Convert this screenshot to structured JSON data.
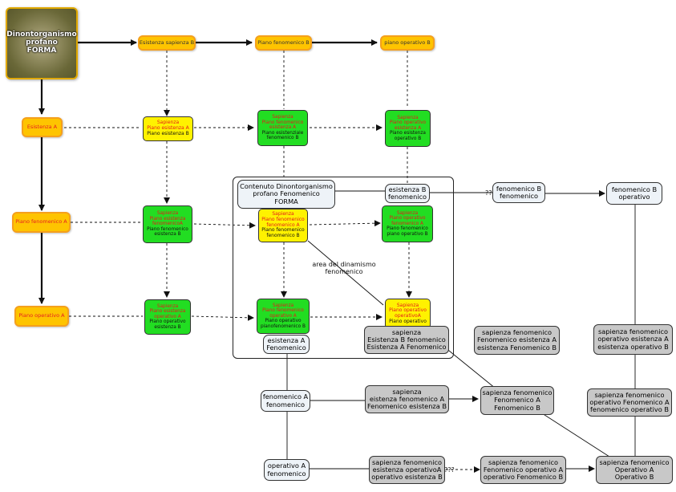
{
  "logo": {
    "lines": [
      "Dinontorganismo",
      "profano",
      "FORMA"
    ]
  },
  "top": {
    "esistenza_sapienza_b": "Esistenza sapienza B",
    "piano_fenomenico_b": "Piano fenomenico B",
    "piano_operativo_b": "piano operativo B"
  },
  "left": {
    "esistenza_a": "Esistenza A",
    "piano_fenomenico_a": "Piano fenomenico A",
    "piano_operativo_a": "Piano operativo A"
  },
  "grid": {
    "r1c1": [
      "Sapienza",
      "Piano esistenza A",
      "Piano esistenza B"
    ],
    "r1c2": [
      "Sapienza",
      "Piano fenomenico",
      "esistenza A",
      "Piano esistenziale",
      "fenomenico B"
    ],
    "r1c3": [
      "Sapienza",
      "Piano operativo",
      "esistenza A",
      "Piano esistenza",
      "operativo  B"
    ],
    "r2c1": [
      "Sapienza",
      "Piano esistenza",
      "fenomenicoA",
      "Piano fenomenico",
      "esistenza B"
    ],
    "r2c2": [
      "Sapienza",
      "Piano fenomenico",
      "fenomenico A",
      "Piano fenomenico",
      "fenomenico B"
    ],
    "r2c3": [
      "Sapienza",
      "Piano operativo",
      "fenomenico A",
      "Piano fenomenico",
      "piano operativo B"
    ],
    "r3c1": [
      "Sapienza",
      "Piano esistenza",
      "operativo A",
      "Piano operativo",
      "esistenza B"
    ],
    "r3c2": [
      "Sapienza",
      "Piano fenomenico",
      "operativo A",
      "Piano operativo",
      "pianofenomenico B"
    ],
    "r3c3": [
      "Sapienza",
      "Piano operativo",
      "operativoA",
      "Piano operativo"
    ]
  },
  "frame_labels": {
    "contenuto": [
      "Contenuto Dinontorganismo",
      "profano Fenomenico",
      "FORMA"
    ],
    "area": [
      "area del dinamismo",
      "fenomenico"
    ]
  },
  "nodes": {
    "esistenza_b_fenomenico": [
      "esistenza B",
      "fenomenico"
    ],
    "fenomenico_b_fenomenico": [
      "fenomenico B",
      "fenomenico"
    ],
    "fenomenico_b_operativo": [
      "fenomenico B",
      "operativo"
    ],
    "sapienza_esistenza_b_fen": [
      "sapienza",
      "Esistenza B fenomenico",
      "Esistenza A Fenomenico"
    ],
    "sapienza_fen_esistenza": [
      "sapienza fenomenico",
      "Fenomenico esistenza A",
      "esistenza Fenomenico B"
    ],
    "sapienza_fen_operativo_esist": [
      "sapienza fenomenico",
      "operativo esistenza A",
      "esistenza operativo B"
    ],
    "esistenza_a_fenomenico": [
      "esistenza A",
      "Fenomenico"
    ],
    "fenomenico_a_fenomenico": [
      "fenomenico A",
      "fenomenico"
    ],
    "sapienza_esist_fen_a": [
      "sapienza",
      "eistenza fenomenico A",
      "Fenomenico esistenza B"
    ],
    "sapienza_fen_a_fen_b": [
      "sapienza fenomenico",
      "Fenomenico A",
      "Fenomenico B"
    ],
    "sapienza_fen_oper_fen_a": [
      "sapienza fenomenico",
      "operativo Fenomenico A",
      "fenomenico operativo B"
    ],
    "operativo_a_fenomenico": [
      "operativo A",
      "fenomenico"
    ],
    "sapienza_fen_esist_oper": [
      "sapienza fenomenico",
      "esistenza operativoA",
      "operativo esistenza B"
    ],
    "sapienza_fen_oper_fen_b": [
      "sapienza fenomenico",
      "Fenomenico operativo A",
      "operativo Fenomenico B"
    ],
    "sapienza_fen_oper_a_b": [
      "sapienza fenomenico",
      "Operativo A",
      "Operativo B"
    ]
  },
  "unknown_marks": {
    "q1": "??",
    "q2": "???"
  },
  "colors": {
    "orange_fill": "#fec400",
    "orange_border": "#f5a01c",
    "yellow_fill": "#fff200",
    "green_fill": "#22dd22",
    "gray_fill": "#c8c8c8",
    "white_fill": "#eef3f8",
    "red_text": "#e41b1b"
  }
}
